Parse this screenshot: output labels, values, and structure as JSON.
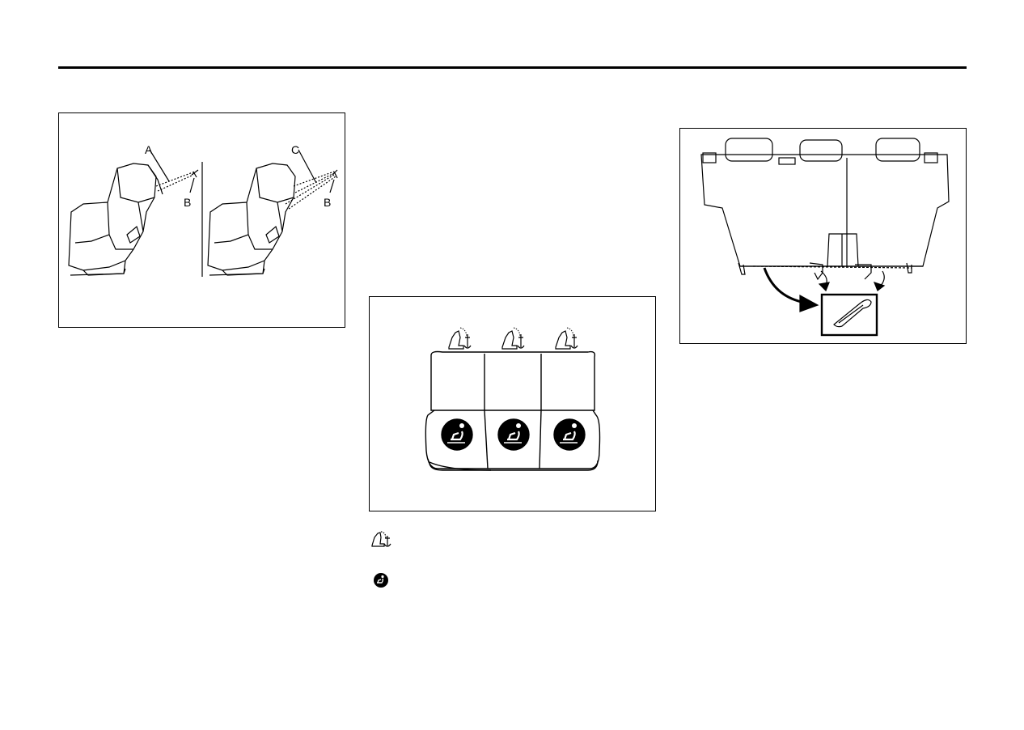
{
  "figure_tether": {
    "labels": {
      "a": "A",
      "b_left": "B",
      "c": "C",
      "b_right": "B"
    }
  },
  "figure_bench": {
    "icons": [
      "top-tether-anchor-icon",
      "isofix-anchor-icon"
    ]
  },
  "figure_seat_rear": {
    "icons": [
      "anchor-bar-icon",
      "arrow-icon"
    ]
  },
  "legend": {
    "icons": [
      "top-tether-anchor-icon",
      "isofix-anchor-icon"
    ]
  }
}
